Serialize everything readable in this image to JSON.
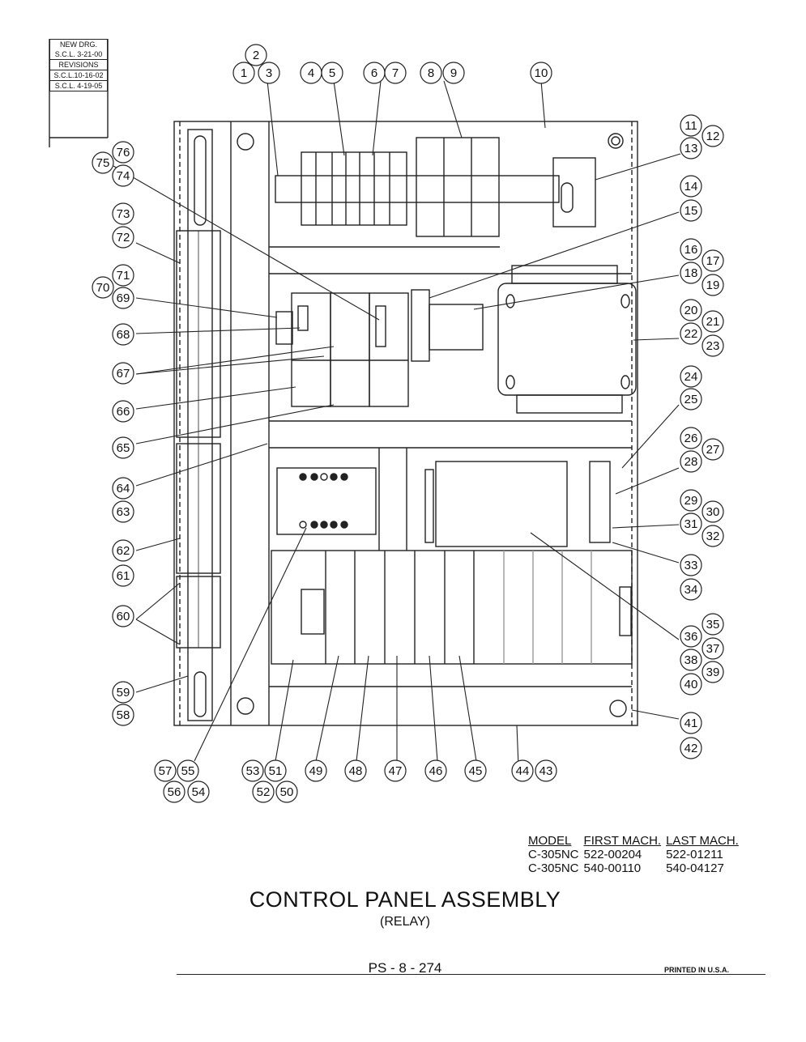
{
  "revision_block": {
    "new_drawing": [
      "NEW DRG.",
      "S.C.L. 3-21-00"
    ],
    "revisions_label": "REVISIONS",
    "entries": [
      "S.C.L.10-16-02",
      "S.C.L. 4-19-05"
    ]
  },
  "callouts": [
    "1",
    "2",
    "3",
    "4",
    "5",
    "6",
    "7",
    "8",
    "9",
    "10",
    "11",
    "12",
    "13",
    "14",
    "15",
    "16",
    "17",
    "18",
    "19",
    "20",
    "21",
    "22",
    "23",
    "24",
    "25",
    "26",
    "27",
    "28",
    "29",
    "30",
    "31",
    "32",
    "33",
    "34",
    "35",
    "36",
    "37",
    "38",
    "39",
    "40",
    "41",
    "42",
    "43",
    "44",
    "45",
    "46",
    "47",
    "48",
    "49",
    "50",
    "51",
    "52",
    "53",
    "54",
    "55",
    "56",
    "57",
    "58",
    "59",
    "60",
    "61",
    "62",
    "63",
    "64",
    "65",
    "66",
    "67",
    "68",
    "69",
    "70",
    "71",
    "72",
    "73",
    "74",
    "75",
    "76"
  ],
  "model_table": {
    "headers": [
      "MODEL",
      "FIRST MACH.",
      "LAST MACH."
    ],
    "rows": [
      [
        "C-305NC",
        "522-00204",
        "522-01211"
      ],
      [
        "C-305NC",
        "540-00110",
        "540-04127"
      ]
    ]
  },
  "title": "CONTROL PANEL ASSEMBLY",
  "subtitle": "(RELAY)",
  "page_number": "PS - 8 - 274",
  "printed": "PRINTED IN U.S.A."
}
